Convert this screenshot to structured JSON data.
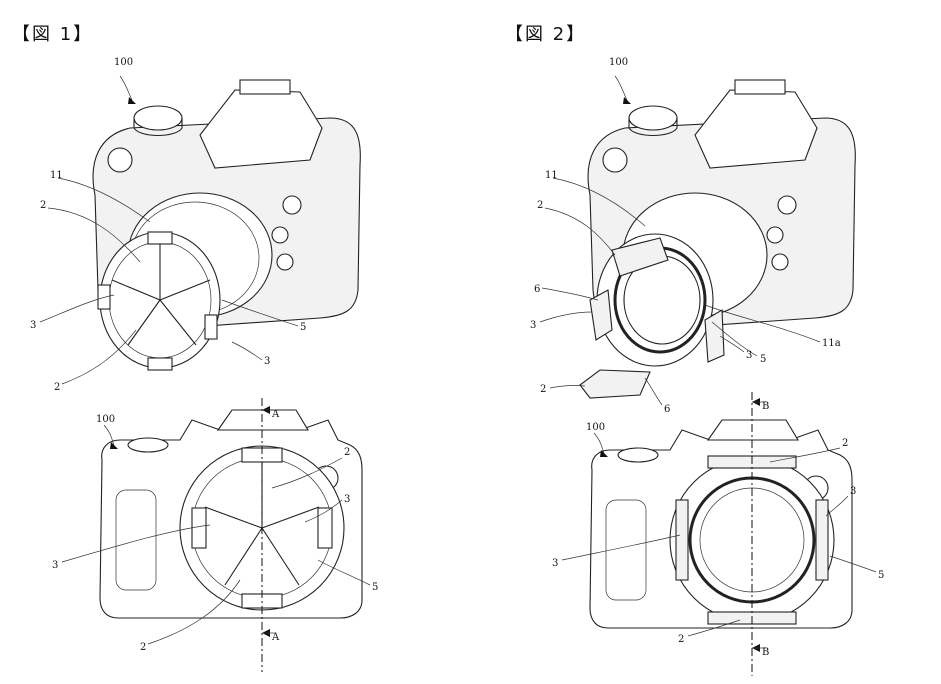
{
  "figures": [
    {
      "title": "【図 1】",
      "top_ref": "100",
      "front_ref": "100",
      "section_mark": "A",
      "iso_labels": [
        "11",
        "2",
        "3",
        "2",
        "3",
        "5"
      ],
      "front_labels": [
        "2",
        "3",
        "3",
        "2",
        "5"
      ]
    },
    {
      "title": "【図 2】",
      "top_ref": "100",
      "front_ref": "100",
      "section_mark": "B",
      "iso_labels": [
        "11",
        "2",
        "6",
        "3",
        "2",
        "3",
        "6",
        "5",
        "11a"
      ],
      "front_labels": [
        "2",
        "3",
        "3",
        "5",
        "2"
      ]
    }
  ]
}
